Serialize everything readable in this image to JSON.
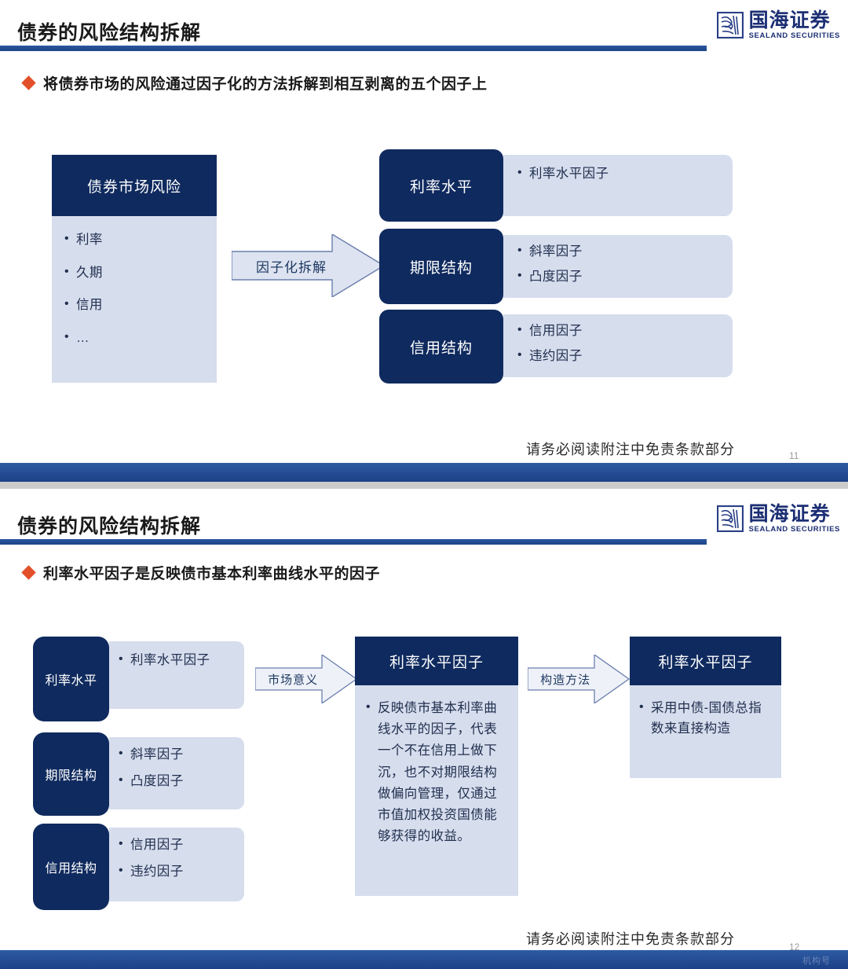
{
  "brand": {
    "logo_cn": "国海证券",
    "logo_en": "SEALAND SECURITIES",
    "navy": "#0f2a5e",
    "light_blue": "#d6dded",
    "rule_blue": "#2a57a0",
    "accent_orange": "#e2502a"
  },
  "slide1": {
    "title": "债券的风险结构拆解",
    "headline": "将债券市场的风险通过因子化的方法拆解到相互剥离的五个因子上",
    "source_box": {
      "header": "债券市场风险",
      "items": [
        "利率",
        "久期",
        "信用",
        "…"
      ]
    },
    "arrow_label": "因子化拆解",
    "factor_rows": [
      {
        "label": "利率水平",
        "items": [
          "利率水平因子"
        ]
      },
      {
        "label": "期限结构",
        "items": [
          "斜率因子",
          "凸度因子"
        ]
      },
      {
        "label": "信用结构",
        "items": [
          "信用因子",
          "违约因子"
        ]
      }
    ],
    "footer_note": "请务必阅读附注中免责条款部分",
    "page_number": "11"
  },
  "slide2": {
    "title": "债券的风险结构拆解",
    "headline": "利率水平因子是反映债市基本利率曲线水平的因子",
    "factor_rows": [
      {
        "label": "利率水平",
        "items": [
          "利率水平因子"
        ]
      },
      {
        "label": "期限结构",
        "items": [
          "斜率因子",
          "凸度因子"
        ]
      },
      {
        "label": "信用结构",
        "items": [
          "信用因子",
          "违约因子"
        ]
      }
    ],
    "arrow1_label": "市场意义",
    "middle_box": {
      "header": "利率水平因子",
      "items": [
        "反映债市基本利率曲线水平的因子，代表一个不在信用上做下沉，也不对期限结构做偏向管理，仅通过市值加权投资国债能够获得的收益。"
      ]
    },
    "arrow2_label": "构造方法",
    "right_box": {
      "header": "利率水平因子",
      "items": [
        "采用中债-国债总指数来直接构造"
      ]
    },
    "footer_note": "请务必阅读附注中免责条款部分",
    "page_number": "12",
    "watermark": "机构号"
  }
}
